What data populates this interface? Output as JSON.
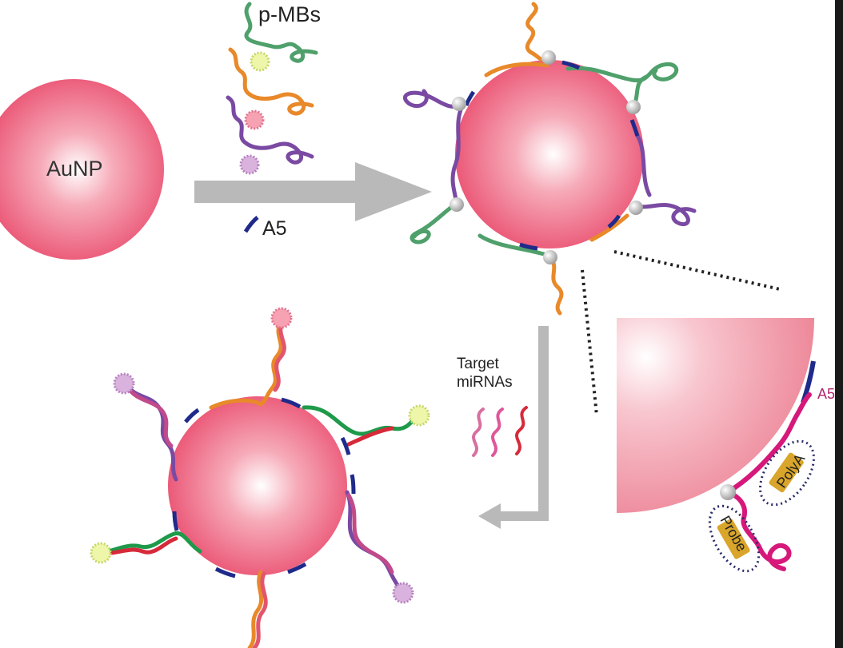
{
  "labels": {
    "aunp": "AuNP",
    "p_mbs": "p-MBs",
    "a5": "A5",
    "target_line1": "Target",
    "target_line2": "miRNAs",
    "a5_zoom": "A5",
    "poly_a": "PolyA",
    "probe": "Probe"
  },
  "colors": {
    "particle": "#ec5a77",
    "arrow": "#b9b9b9",
    "strand_green": "#4fa06b",
    "strand_orange": "#e8892a",
    "strand_purple": "#7a4aa3",
    "strand_magenta": "#d6187a",
    "a5_segment": "#1f2a8a",
    "probe_box": "#d9a52a"
  }
}
